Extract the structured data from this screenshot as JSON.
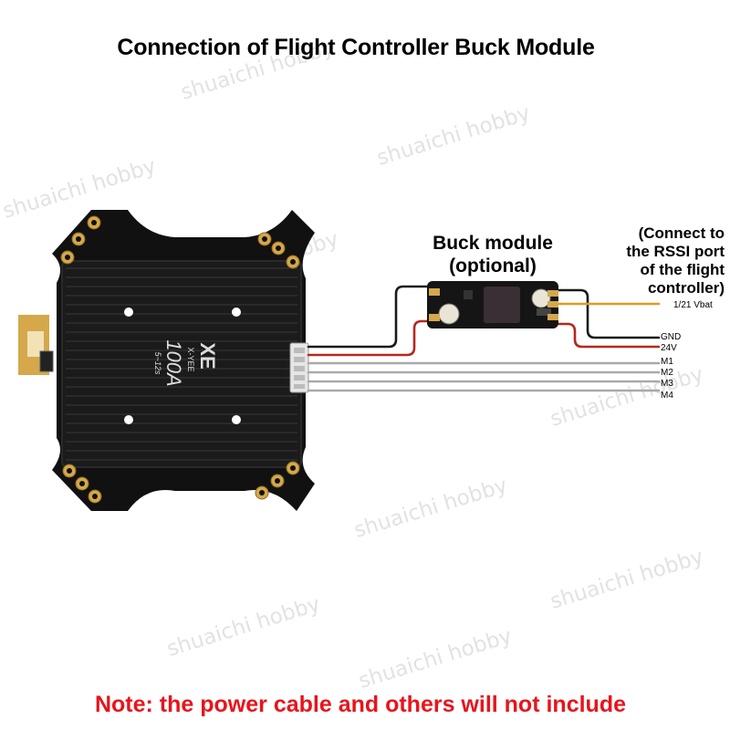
{
  "title": "Connection of Flight Controller Buck Module",
  "note": "Note: the power cable and others will not include",
  "buck_module": {
    "line1": "Buck module",
    "line2": "(optional)"
  },
  "rssi_note": [
    "(Connect to",
    "the RSSI port",
    "of the flight",
    "controller)"
  ],
  "board": {
    "brand": "X-YEE",
    "model": "100A",
    "cells": "5~12s",
    "logo": "XE"
  },
  "wire_labels": [
    "1/21 Vbat",
    "GND",
    "24V",
    "M1",
    "M2",
    "M3",
    "M4"
  ],
  "watermark": "shuaichi hobby",
  "colors": {
    "board": "#111111",
    "pad": "#d4a84b",
    "note": "#e8141c",
    "signal_wire": "#e39a22",
    "power_wire": "#b5281c"
  }
}
